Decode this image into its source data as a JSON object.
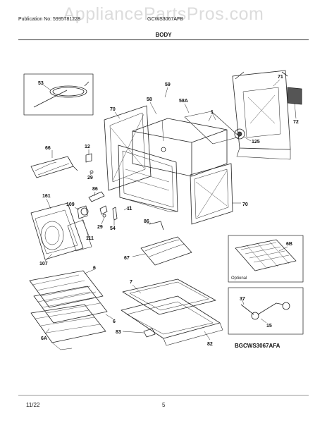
{
  "header": {
    "publication": "Publication No: 5995781228",
    "model": "GCWS3067AFB",
    "watermark": "AppliancePartsPros.com"
  },
  "section_title": "BODY",
  "diagram": {
    "reference_code": "BGCWS3067AFA",
    "optional_label": "Optional",
    "callouts": {
      "c53": "53",
      "c59": "59",
      "c58": "58",
      "c58a": "58A",
      "c71": "71",
      "c70a": "70",
      "c1": "1",
      "c72": "72",
      "c66": "66",
      "c12": "12",
      "c29a": "29",
      "c125": "125",
      "c161": "161",
      "c86a": "86",
      "c109": "109",
      "c111": "111",
      "c11": "11",
      "c29b": "29",
      "c54": "54",
      "c70b": "70",
      "c86b": "86",
      "c67": "67",
      "c107": "107",
      "c6a": "6",
      "c6b": "6",
      "c6a2": "6A",
      "c7": "7",
      "c6b2": "6B",
      "c37": "37",
      "c15": "15",
      "c83": "83",
      "c82": "82"
    }
  },
  "footer": {
    "date": "11/22",
    "page": "5"
  }
}
